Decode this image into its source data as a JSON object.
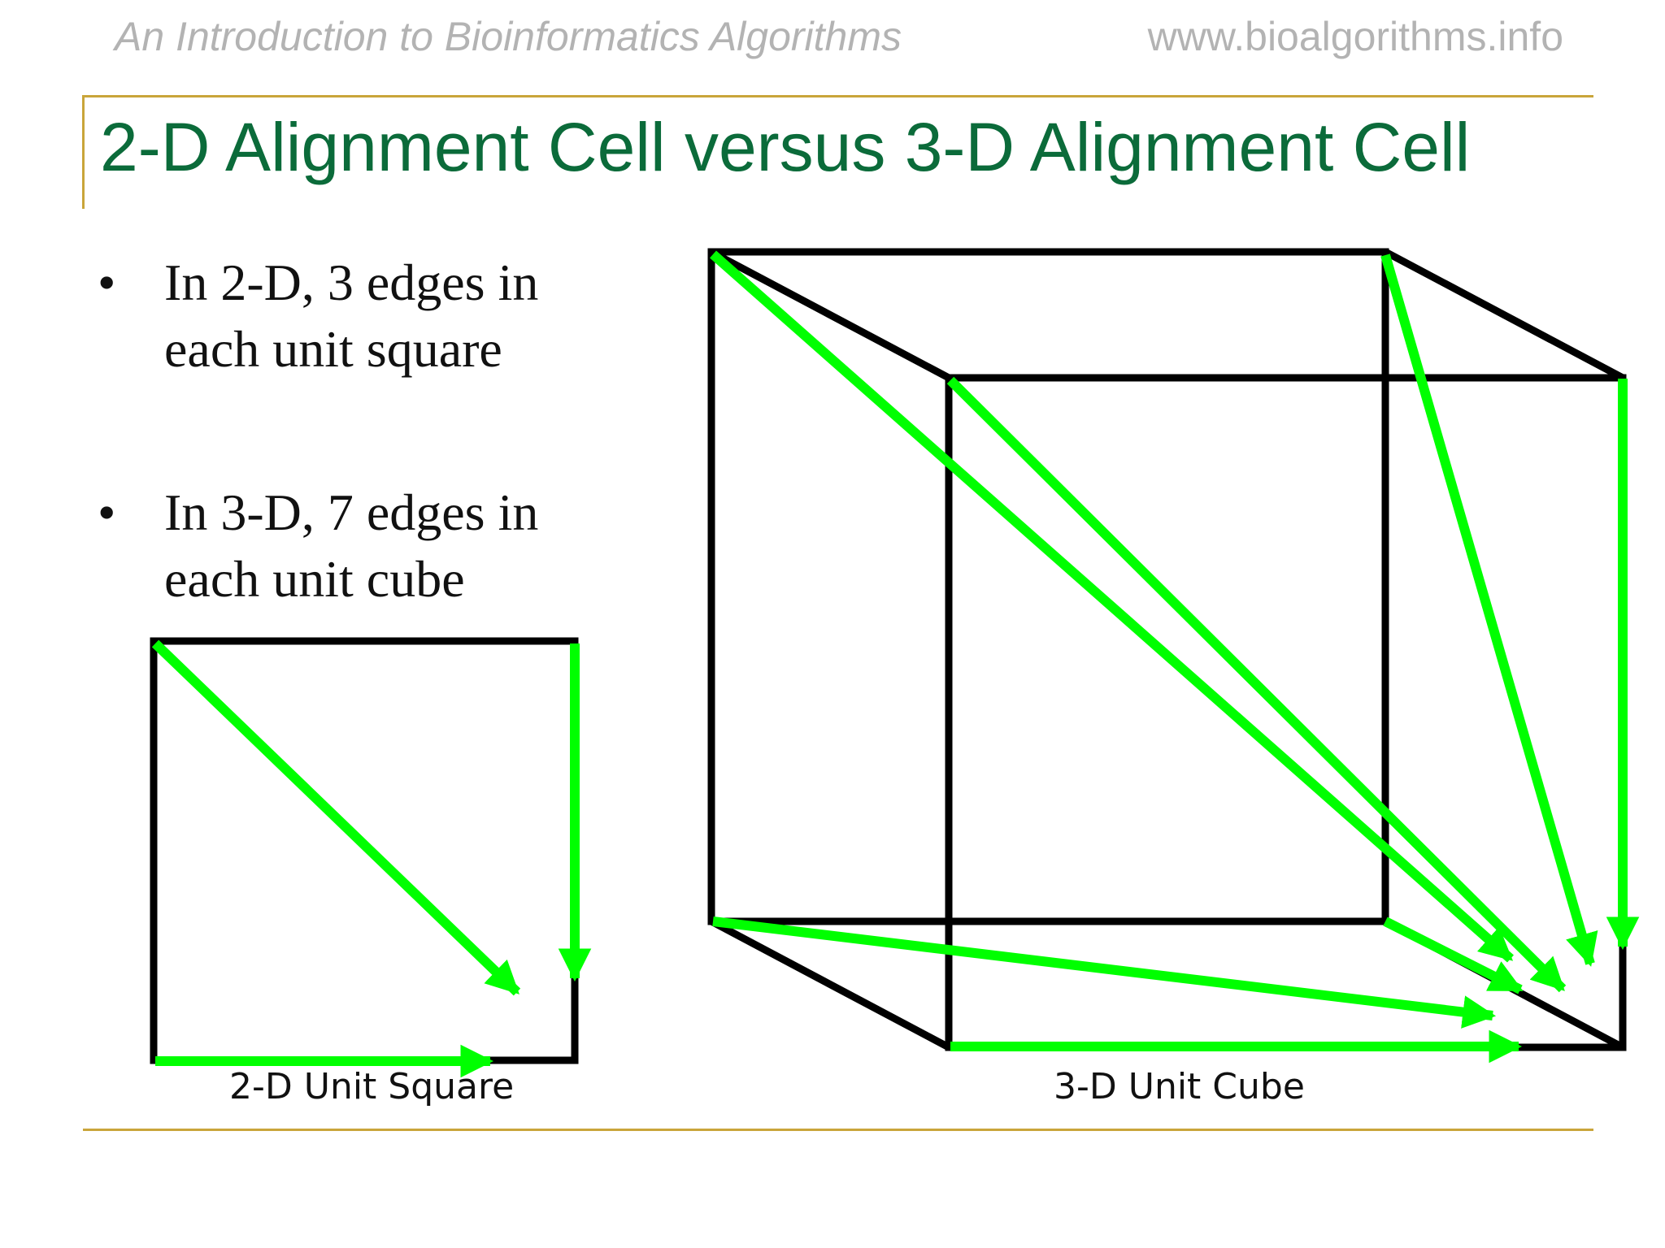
{
  "header": {
    "book_title": "An Introduction to Bioinformatics Algorithms",
    "website": "www.bioalgorithms.info"
  },
  "slide": {
    "title": "2-D Alignment Cell versus 3-D Alignment Cell",
    "bullets": [
      {
        "marker": "•",
        "text": "In 2-D, 3 edges in each unit square"
      },
      {
        "marker": "•",
        "text": "In 3-D, 7 edges in each unit cube"
      }
    ]
  },
  "figures": {
    "square_caption": "2-D Unit Square",
    "cube_caption": "3-D Unit Cube",
    "square_edge_count": 3,
    "cube_edge_count": 7
  },
  "colors": {
    "title": "#0b6b3a",
    "header_text": "#b3b3b3",
    "rule": "#c9a53a",
    "outline": "#000000",
    "edge_arrow": "#00ff00"
  }
}
